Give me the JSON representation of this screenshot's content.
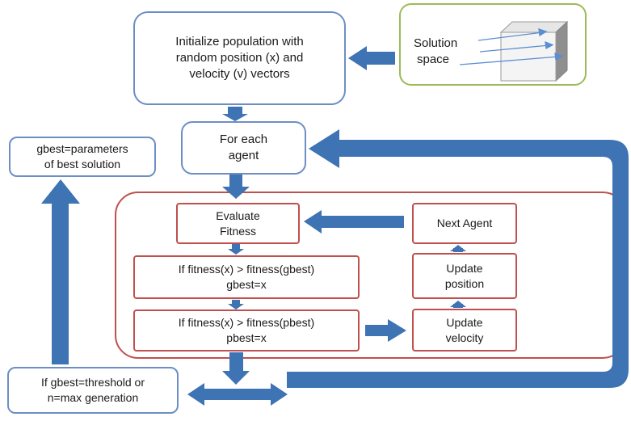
{
  "nodes": {
    "init": [
      "Initialize population with",
      "random position (x) and",
      "velocity (v) vectors"
    ],
    "solution_space": [
      "Solution",
      "space"
    ],
    "for_each": [
      "For each",
      "agent"
    ],
    "gbest_params": [
      "gbest=parameters",
      "of best solution"
    ],
    "evaluate": [
      "Evaluate",
      "Fitness"
    ],
    "next_agent": [
      "Next Agent"
    ],
    "gbest_check": [
      "If fitness(x) > fitness(gbest)",
      "gbest=x"
    ],
    "update_position": [
      "Update",
      "position"
    ],
    "pbest_check": [
      "If fitness(x) > fitness(pbest)",
      "pbest=x"
    ],
    "update_velocity": [
      "Update",
      "velocity"
    ],
    "termination": [
      "If gbest=threshold or",
      "n=max generation"
    ]
  },
  "colors": {
    "arrow": "#3e73b4",
    "blue_border": "#6d8ec4",
    "red_border": "#c0504d",
    "green_border": "#9bbb59",
    "cube_face": "#f2f2f2",
    "cube_side": "#9a9a9a",
    "cube_arrow": "#5b8fd1"
  }
}
